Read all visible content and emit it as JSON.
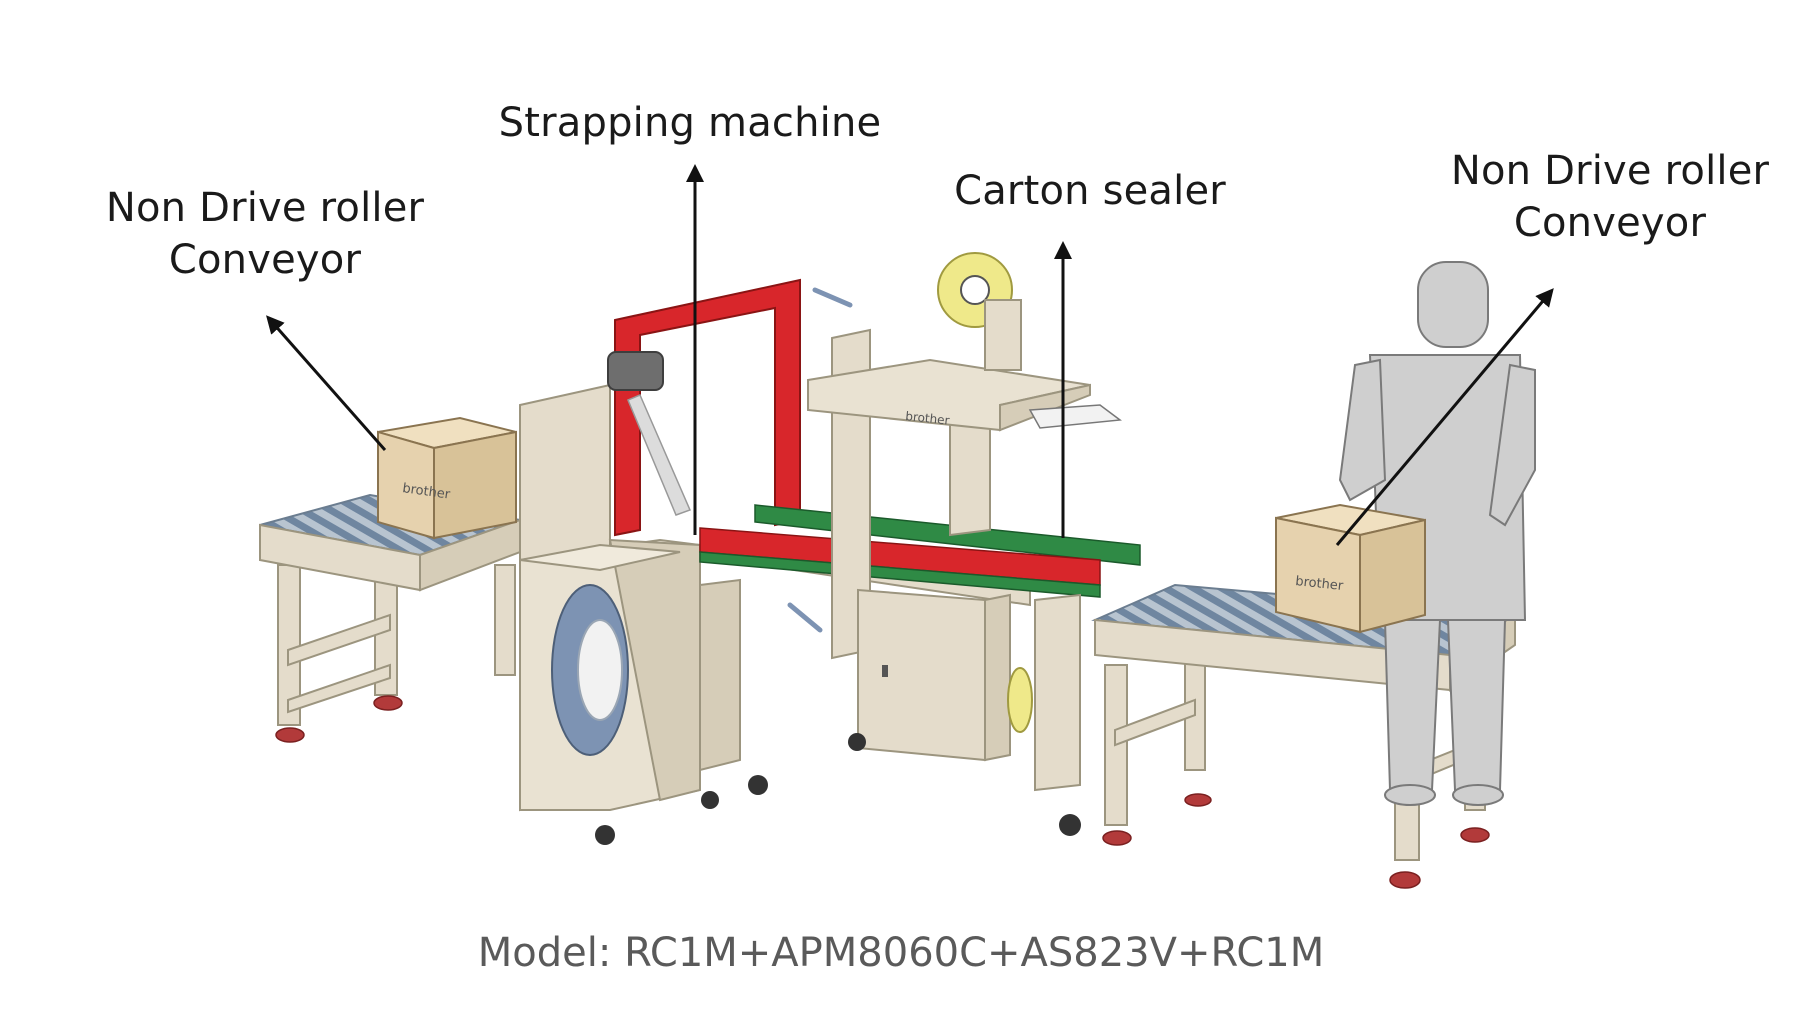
{
  "labels": {
    "left_conveyor_line1": "Non Drive roller",
    "left_conveyor_line2": "Conveyor",
    "strapping_machine": "Strapping machine",
    "carton_sealer": "Carton sealer",
    "right_conveyor_line1": "Non Drive roller",
    "right_conveyor_line2": "Conveyor"
  },
  "caption": "Model: RC1M+APM8060C+AS823V+RC1M",
  "box_brand": "brother",
  "colors": {
    "frame": "#e4dccb",
    "frame_edge": "#9c957f",
    "rollers": "#8fa3b8",
    "strap_arch": "#d8262b",
    "sealer_rail_green": "#2f8a45",
    "box": "#e6d2ae",
    "tape_yellow": "#efe98a",
    "figure_gray": "#c9c9c9",
    "feet": "#b23a3a",
    "arrow": "#111111"
  }
}
